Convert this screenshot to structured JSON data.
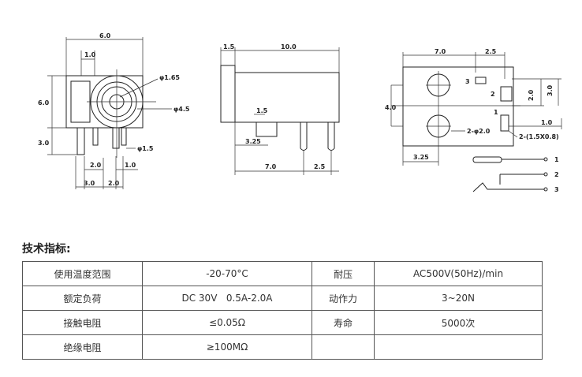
{
  "drawing": {
    "front_view": {
      "width": "6.0",
      "offset_top": "1.0",
      "height": "6.0",
      "pin_length": "3.0",
      "inner_dia": "φ1.65",
      "outer_dia": "φ4.5",
      "pin_dia": "φ1.5",
      "pitch_a": "2.0",
      "pitch_b": "1.0",
      "bottom_a": "3.0",
      "bottom_b": "2.0"
    },
    "side_view": {
      "front_lip": "1.5",
      "length": "10.0",
      "tab_width": "1.5",
      "tab_offset": "3.25",
      "pin_spacing": "7.0",
      "pin_gap": "2.5"
    },
    "bottom_view": {
      "hole_spacing": "7.0",
      "pin_offset": "2.5",
      "width": "4.0",
      "pin_label_3": "3",
      "pin_label_2": "2",
      "pin_label_1": "1",
      "dim_20": "2.0",
      "dim_30": "3.0",
      "dim_10": "1.0",
      "hole_dia": "2-φ2.0",
      "slot_size": "2-(1.5X0.8)",
      "edge_offset": "3.25"
    },
    "schematic": {
      "pin1": "1",
      "pin2": "2",
      "pin3": "3"
    }
  },
  "specs": {
    "title": "技术指标:",
    "rows": [
      {
        "label1": "使用温度范围",
        "value1": "-20-70°C",
        "label2": "耐压",
        "value2": "AC500V(50Hz)/min"
      },
      {
        "label1": "额定负荷",
        "value1": "DC 30V   0.5A-2.0A",
        "label2": "动作力",
        "value2": "3~20N"
      },
      {
        "label1": "接触电阻",
        "value1": "≤0.05Ω",
        "label2": "寿命",
        "value2": "5000次"
      },
      {
        "label1": "绝缘电阻",
        "value1": "≥100MΩ",
        "label2": "",
        "value2": ""
      }
    ]
  }
}
